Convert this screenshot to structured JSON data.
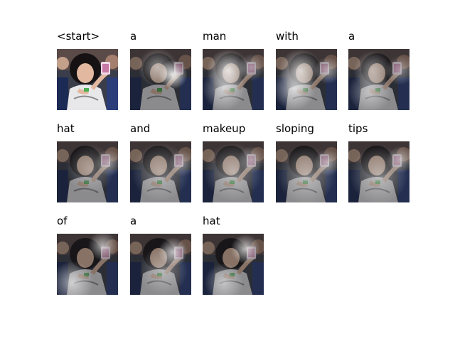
{
  "tokens": [
    "<start>",
    "a",
    "man",
    "with",
    "a",
    "hat",
    "and",
    "makeup",
    "sloping",
    "tips",
    "of",
    "a",
    "hat"
  ],
  "columns": 5,
  "colors": {
    "background": "#ffffff",
    "photo_shadow": "#1b1b1e",
    "attention": "#ffffff"
  },
  "attention_peaks": [
    null,
    [
      [
        0.7,
        0.42,
        0.15,
        0.9
      ],
      [
        0.45,
        0.3,
        0.2,
        0.5
      ]
    ],
    [
      [
        0.42,
        0.35,
        0.22,
        0.8
      ],
      [
        0.35,
        0.65,
        0.22,
        0.6
      ],
      [
        0.8,
        0.3,
        0.14,
        0.4
      ]
    ],
    [
      [
        0.4,
        0.35,
        0.22,
        0.7
      ],
      [
        0.3,
        0.65,
        0.22,
        0.7
      ],
      [
        0.85,
        0.35,
        0.14,
        0.5
      ]
    ],
    [
      [
        0.4,
        0.35,
        0.2,
        0.5
      ],
      [
        0.35,
        0.7,
        0.22,
        0.5
      ],
      [
        0.85,
        0.35,
        0.15,
        0.4
      ]
    ],
    [
      [
        0.55,
        0.45,
        0.25,
        0.35
      ],
      [
        0.85,
        0.35,
        0.14,
        0.45
      ]
    ],
    [
      [
        0.5,
        0.5,
        0.3,
        0.4
      ],
      [
        0.85,
        0.35,
        0.14,
        0.4
      ]
    ],
    [
      [
        0.5,
        0.5,
        0.3,
        0.45
      ],
      [
        0.8,
        0.3,
        0.14,
        0.4
      ]
    ],
    [
      [
        0.5,
        0.55,
        0.3,
        0.45
      ],
      [
        0.85,
        0.35,
        0.14,
        0.5
      ]
    ],
    [
      [
        0.5,
        0.55,
        0.3,
        0.45
      ],
      [
        0.85,
        0.3,
        0.14,
        0.5
      ]
    ],
    [
      [
        0.25,
        0.8,
        0.22,
        0.6
      ],
      [
        0.75,
        0.2,
        0.15,
        0.6
      ]
    ],
    [
      [
        0.7,
        0.3,
        0.15,
        0.7
      ],
      [
        0.55,
        0.6,
        0.25,
        0.4
      ]
    ],
    [
      [
        0.7,
        0.25,
        0.15,
        0.7
      ],
      [
        0.35,
        0.8,
        0.2,
        0.5
      ]
    ]
  ]
}
